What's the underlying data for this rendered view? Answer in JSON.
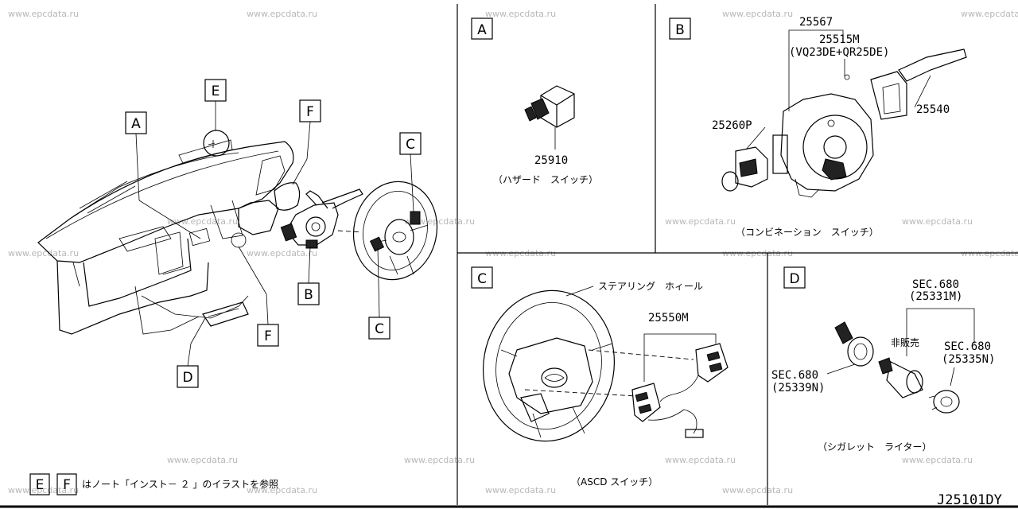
{
  "watermark": "www.epcdata.ru",
  "diagram_code": "J25101DY",
  "note": {
    "box1": "E",
    "box2": "F",
    "text": "はノート「インスト－ ２ 」のイラストを参照"
  },
  "overview": {
    "callouts": [
      "A",
      "E",
      "F",
      "C",
      "B",
      "F",
      "C",
      "D"
    ]
  },
  "panel_a": {
    "tag": "A",
    "part_number": "25910",
    "caption": "（ハザード　スイッチ）"
  },
  "panel_b": {
    "tag": "B",
    "parts": [
      "25567",
      "25515M",
      "(VQ23DE+QR25DE)",
      "25260P",
      "25540"
    ],
    "caption": "（コンビネーション　スイッチ）"
  },
  "panel_c": {
    "tag": "C",
    "steering_label": "ステアリング　ホィール",
    "part_number": "25550M",
    "caption": "（ASCD スイッチ）"
  },
  "panel_d": {
    "tag": "D",
    "sec_top": "SEC.680",
    "sec_top_part": "(25331M)",
    "not_for_sale": "非販売",
    "sec_right": "SEC.680",
    "sec_right_part": "(25335N)",
    "sec_left": "SEC.680",
    "sec_left_part": "(25339N)",
    "caption": "（シガレット　ライター）"
  }
}
